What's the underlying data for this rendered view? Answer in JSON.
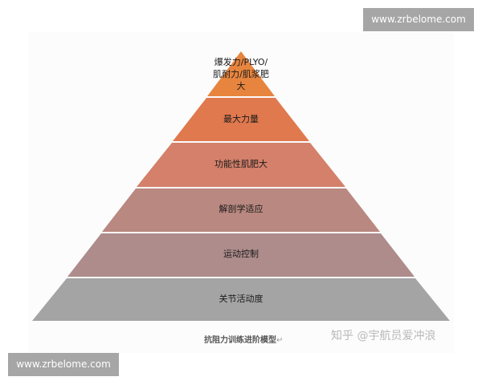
{
  "watermarks": {
    "top_right": "www.zrbelome.com",
    "bottom_left": "www.zrbelome.com"
  },
  "pyramid": {
    "title": "抗阻力训练进阶模型",
    "tiers": [
      {
        "label": "爆发力/PLYO/肌耐力/肌浆肥大",
        "line1": "爆发力/PLYO/",
        "line2": "肌耐力/肌浆肥",
        "line3": "大",
        "color": "#e7853f"
      },
      {
        "label": "最大力量",
        "color": "#e0794e"
      },
      {
        "label": "功能性肌肥大",
        "color": "#d4806a"
      },
      {
        "label": "解剖学适应",
        "color": "#b98880"
      },
      {
        "label": "运动控制",
        "color": "#ae8c8c"
      },
      {
        "label": "关节活动度",
        "color": "#a4a4a4"
      }
    ],
    "separator_color": "#f4ece6"
  },
  "credit": "知乎 @宇航员爱冲浪",
  "caption_mark": "↵"
}
